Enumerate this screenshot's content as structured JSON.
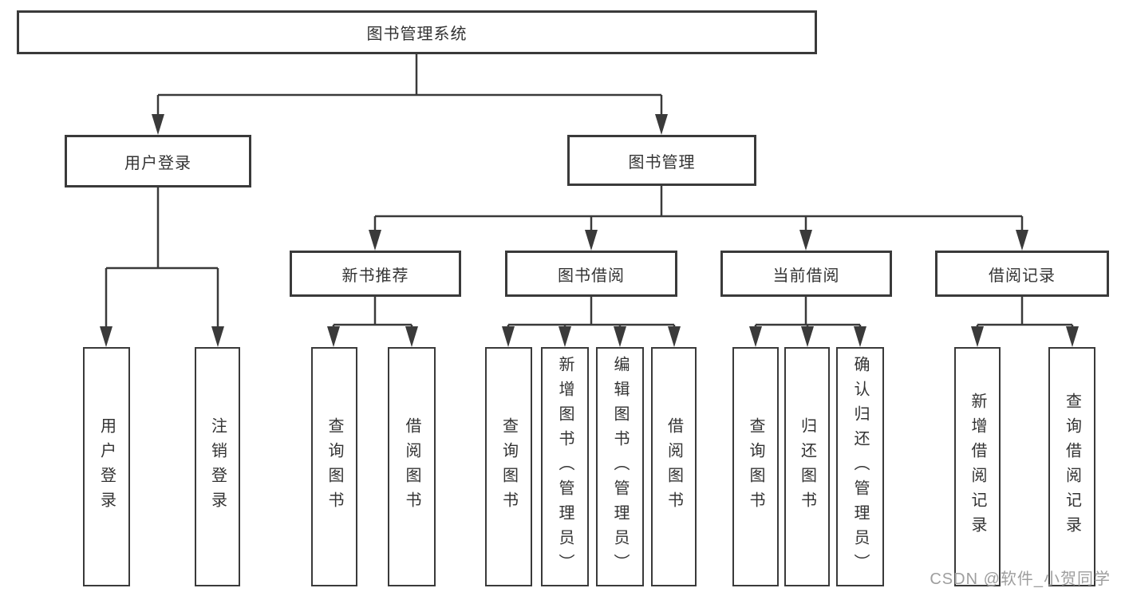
{
  "diagram": {
    "title": "图书管理系统",
    "branches": [
      {
        "label": "用户登录",
        "children": [
          "用户登录",
          "注销登录"
        ]
      },
      {
        "label": "图书管理",
        "modules": [
          {
            "label": "新书推荐",
            "children": [
              "查询图书",
              "借阅图书"
            ]
          },
          {
            "label": "图书借阅",
            "children": [
              "查询图书",
              "新增图书（管理员）",
              "编辑图书（管理员）",
              "借阅图书"
            ]
          },
          {
            "label": "当前借阅",
            "children": [
              "查询图书",
              "归还图书",
              "确认归还（管理员）"
            ]
          },
          {
            "label": "借阅记录",
            "children": [
              "新增借阅记录",
              "查询借阅记录"
            ]
          }
        ]
      }
    ]
  },
  "watermark": {
    "text": "CSDN @软件_小贺同学"
  },
  "colors": {
    "line": "#3a3a3a",
    "text": "#333333",
    "watermark": "#9e9e9e",
    "background": "#ffffff"
  }
}
